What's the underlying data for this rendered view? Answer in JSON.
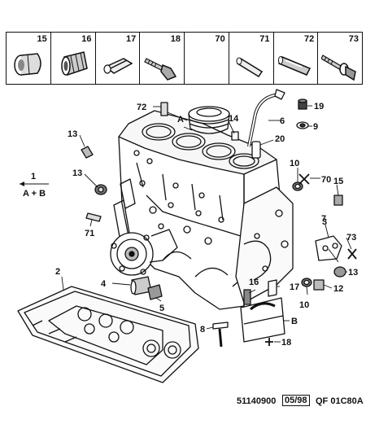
{
  "legend": [
    {
      "num": "15",
      "icon": "split-bushing-icon"
    },
    {
      "num": "16",
      "icon": "knurled-bushing-icon"
    },
    {
      "num": "17",
      "icon": "split-sleeve-icon"
    },
    {
      "num": "18",
      "icon": "bolt-icon"
    },
    {
      "num": "70",
      "icon": ""
    },
    {
      "num": "71",
      "icon": "dowel-pin-icon"
    },
    {
      "num": "72",
      "icon": "grooved-pin-icon"
    },
    {
      "num": "73",
      "icon": "flanged-bolt-icon"
    }
  ],
  "callouts": {
    "c1": "1",
    "c_ab": "A + B",
    "c2": "2",
    "c3": "3",
    "c4": "4",
    "c5": "5",
    "c6": "6",
    "c7": "7",
    "c8": "8",
    "c9": "9",
    "c10a": "10",
    "c10b": "10",
    "c12": "12",
    "c13a": "13",
    "c13b": "13",
    "c13c": "13",
    "c14": "14",
    "c15": "15",
    "c16": "16",
    "c17": "17",
    "c18": "18",
    "c19": "19",
    "c20": "20",
    "c70": "70",
    "c71": "71",
    "c72": "72",
    "c73": "73",
    "cA": "A",
    "cB": "B"
  },
  "footer": {
    "ref": "51140900",
    "date": "05/98",
    "code": "QF 01C80A"
  }
}
